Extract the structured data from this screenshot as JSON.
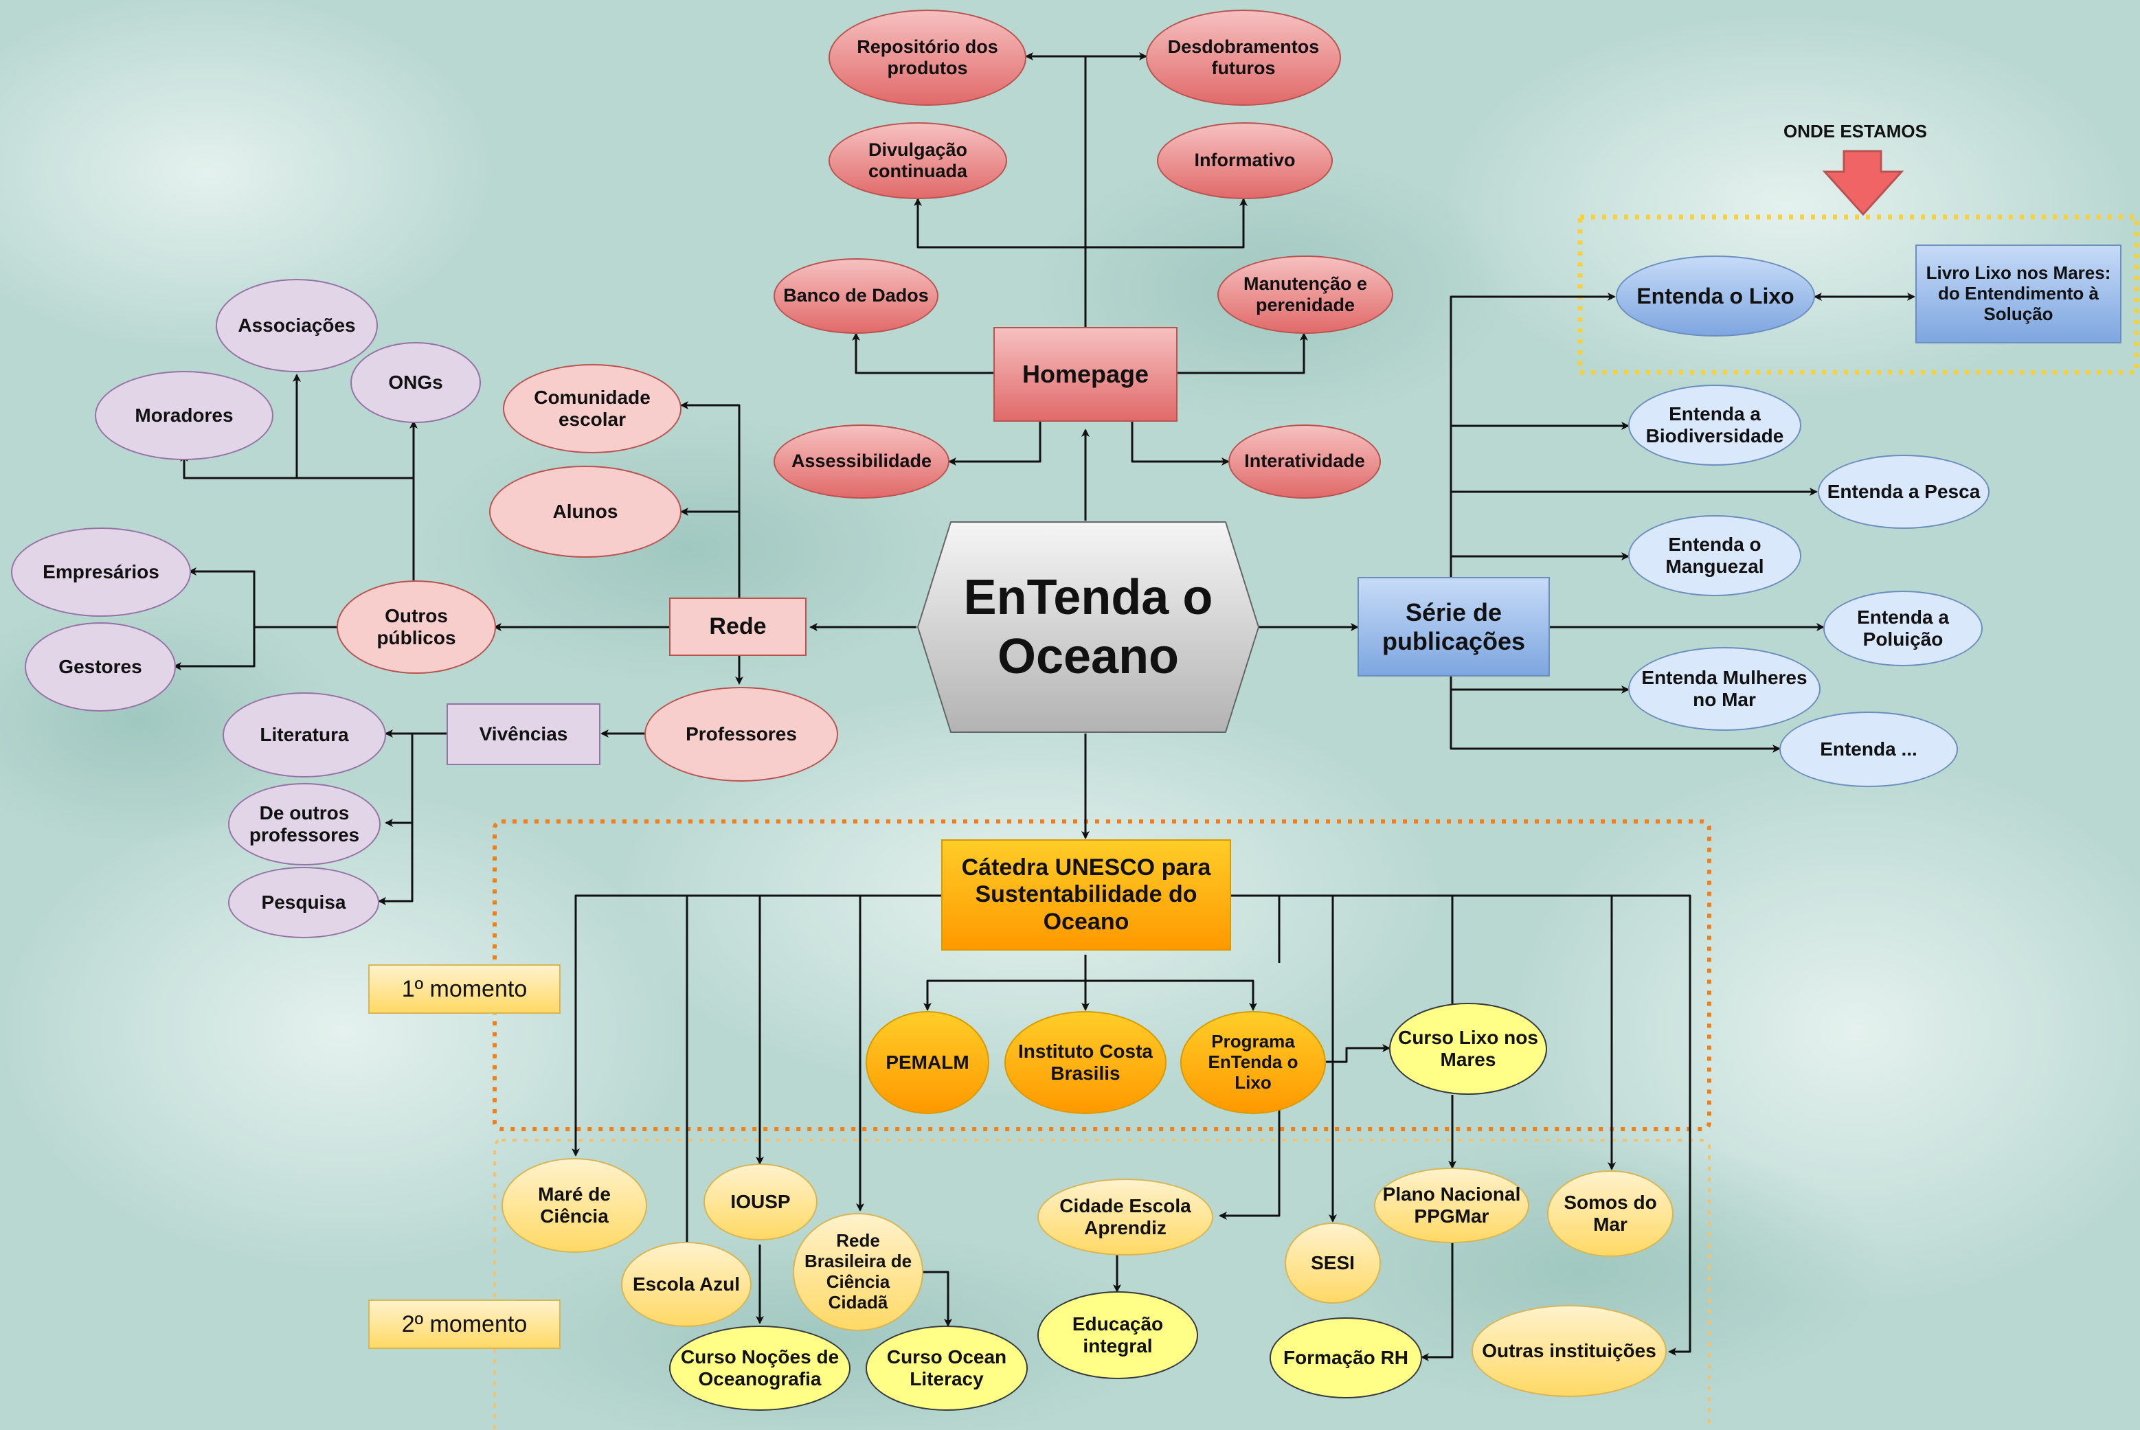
{
  "central": "EnTenda o\nOceano",
  "homepage": {
    "title": "Homepage",
    "children": {
      "repositorio": "Repositório dos\nprodutos",
      "desdobramentos": "Desdobramentos\nfuturos",
      "divulgacao": "Divulgação\ncontinuada",
      "informativo": "Informativo",
      "banco": "Banco de Dados",
      "manutencao": "Manutenção e\nperenidade",
      "assessibilidade": "Assessibilidade",
      "interatividade": "Interatividade"
    }
  },
  "rede": {
    "title": "Rede",
    "comunidade": "Comunidade\nescolar",
    "alunos": "Alunos",
    "professores": "Professores",
    "outros": "Outros\npúblicos",
    "associacoes": "Associações",
    "ongs": "ONGs",
    "moradores": "Moradores",
    "empresarios": "Empresários",
    "gestores": "Gestores",
    "vivencias": "Vivências",
    "literatura": "Literatura",
    "deoutros": "De outros\nprofessores",
    "pesquisa": "Pesquisa"
  },
  "serie": {
    "title": "Série de\npublicações",
    "onde_estamos": "ONDE ESTAMOS",
    "lixo": "Entenda o Lixo",
    "livro": "Livro Lixo nos Mares:\ndo Entendimento à\nSolução",
    "biodiversidade": "Entenda a\nBiodiversidade",
    "pesca": "Entenda a Pesca",
    "manguezal": "Entenda o\nManguezal",
    "poluicao": "Entenda a\nPoluição",
    "mulheres": "Entenda Mulheres\nno Mar",
    "etc": "Entenda ..."
  },
  "catedra": {
    "title": "Cátedra UNESCO para\nSustentabilidade do\nOceano",
    "momento1": "1º momento",
    "momento2": "2º momento",
    "pemalm": "PEMALM",
    "costa": "Instituto Costa\nBrasilis",
    "programa": "Programa\nEnTenda o\nLixo",
    "curso_lixo": "Curso Lixo nos\nMares",
    "mare": "Maré de\nCiência",
    "escola_azul": "Escola Azul",
    "iousp": "IOUSP",
    "rede_brasileira": "Rede\nBrasileira de\nCiência\nCidadã",
    "nocoes": "Curso Noções de\nOceanografia",
    "ocean_literacy": "Curso Ocean\nLiteracy",
    "cidade_escola": "Cidade Escola\nAprendiz",
    "educacao": "Educação\nintegral",
    "sesi": "SESI",
    "plano": "Plano Nacional\nPPGMar",
    "formacao": "Formação RH",
    "somos": "Somos do\nMar",
    "outras": "Outras instituições"
  }
}
